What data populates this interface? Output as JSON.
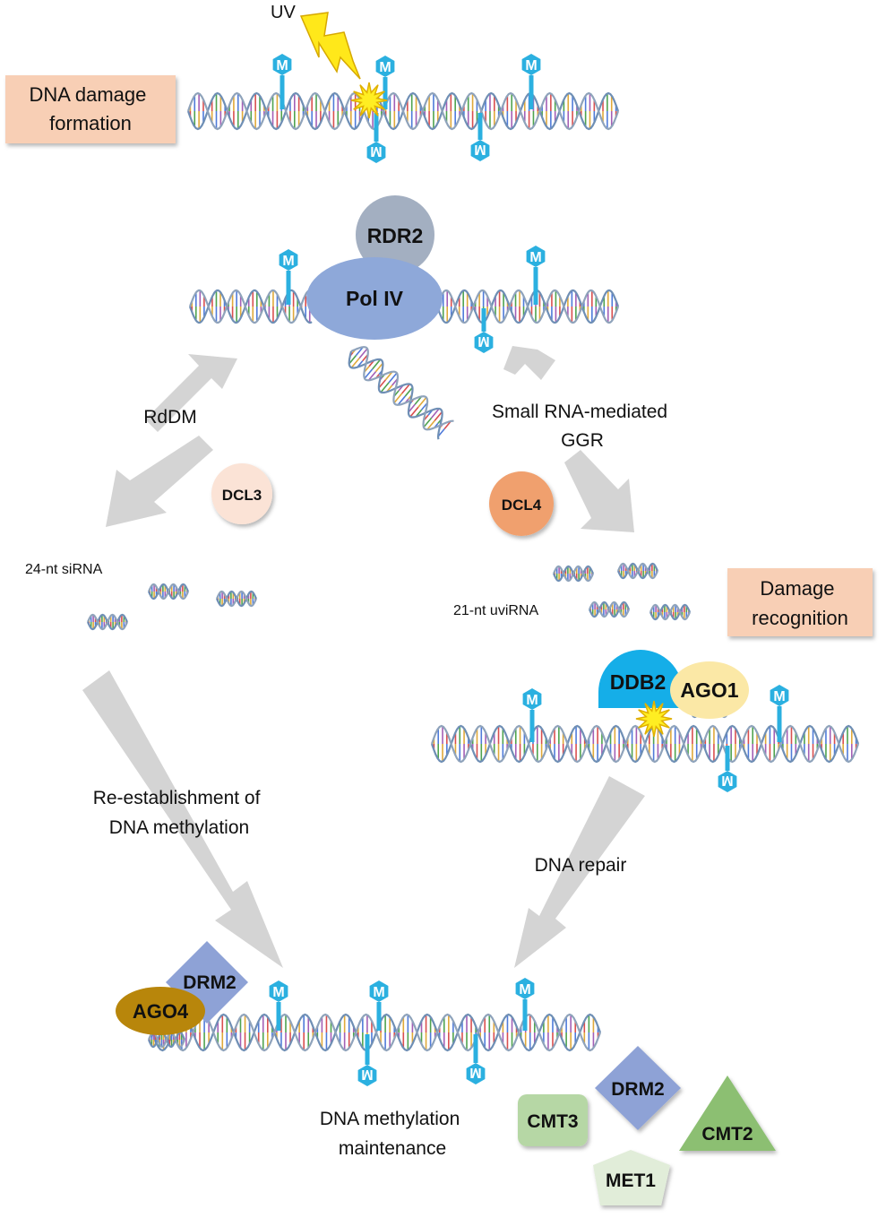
{
  "trigger": {
    "uv": "UV"
  },
  "stages": {
    "damage_formation": [
      "DNA damage",
      "formation"
    ],
    "damage_recognition": [
      "Damage",
      "recognition"
    ]
  },
  "pathways": {
    "rddm": "RdDM",
    "ggr": [
      "Small RNA-mediated",
      "GGR"
    ],
    "reestablishment": [
      "Re-establishment of",
      "DNA methylation"
    ],
    "dna_repair": "DNA repair",
    "maintenance": [
      "DNA methylation",
      "maintenance"
    ]
  },
  "rna": {
    "sirna": "24-nt siRNA",
    "uvirna": "21-nt uviRNA"
  },
  "proteins": {
    "rdr2": "RDR2",
    "pol_iv": "Pol IV",
    "dcl3": "DCL3",
    "dcl4": "DCL4",
    "ddb2": "DDB2",
    "ago1": "AGO1",
    "drm2": "DRM2",
    "ago4": "AGO4",
    "cmt3": "CMT3",
    "cmt2": "CMT2",
    "met1": "MET1"
  },
  "methyl_mark": "M",
  "colors": {
    "box": "#f8cfb5",
    "arrow": "#d4d4d4",
    "methyl": "#2bb0e0",
    "rdr2": "#a3afc1",
    "pol_iv": "#8ea8d9",
    "dcl3": "#fbe3d6",
    "dcl4": "#f0a06e",
    "ddb2": "#15aee8",
    "ago1": "#fbe8a6",
    "drm2": "#8ea2d6",
    "ago4": "#b8860b",
    "cmt3": "#b6d7a5",
    "cmt2": "#8cbf72",
    "met1": "#e1edd9",
    "star": "#ffee22"
  },
  "icons": {
    "uv": "lightning-bolt-icon",
    "damage": "starburst-icon"
  }
}
